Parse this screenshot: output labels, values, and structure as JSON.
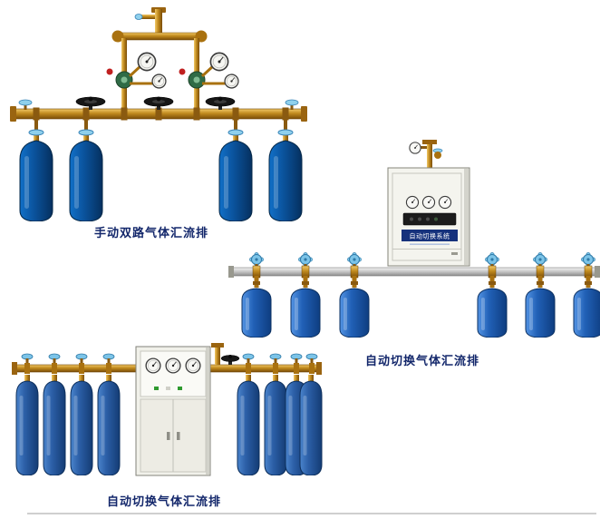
{
  "page": {
    "background": "#ffffff"
  },
  "products": [
    {
      "caption": "手动双路气体汇流排",
      "cylinder_count": 4,
      "gauge_count": 4,
      "handwheel_valve_count": 3
    },
    {
      "caption": "自动切换气体汇流排",
      "cabinet_label": "自动切换系统",
      "cylinder_count": 6,
      "cabinet_gauge_count": 3
    },
    {
      "caption": "自动切换气体汇流排",
      "cylinder_count": 8,
      "cabinet_gauge_count": 3
    }
  ],
  "colors": {
    "brass": "#c08a1e",
    "cylinder_dark_blue": "#0b55a0",
    "cylinder_bright_blue": "#2160b6",
    "cylinder_medium_blue": "#2b5ea6",
    "silver_pipe": "#c8c8c8",
    "cabinet_body": "#f4f4ee",
    "caption_text": "#13276b",
    "handwheel_light_blue": "#7cc4e8",
    "valve_black": "#161616",
    "regulator_green": "#2f6b46",
    "label_plate_blue": "#16327c"
  }
}
